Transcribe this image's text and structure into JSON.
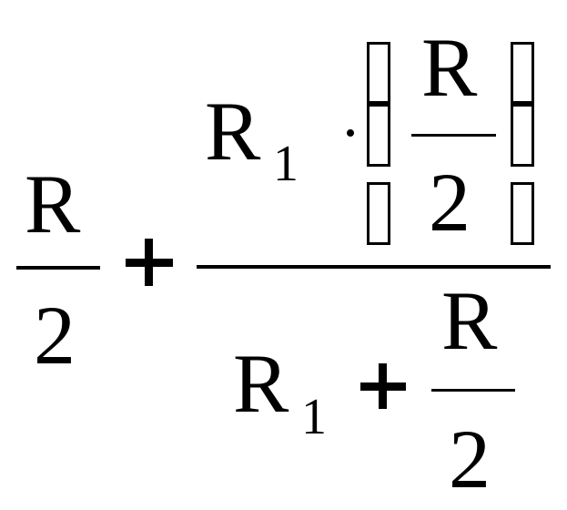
{
  "formula": {
    "left_fraction": {
      "numerator": "R",
      "denominator": "2"
    },
    "plus_symbol": "+",
    "main_fraction": {
      "numerator": {
        "factor_symbol": "R",
        "factor_subscript": "1",
        "times_symbol": "·",
        "inner_fraction": {
          "numerator": "R",
          "denominator": "2"
        }
      },
      "denominator": {
        "term_symbol": "R",
        "term_subscript": "1",
        "plus_symbol": "+",
        "inner_fraction": {
          "numerator": "R",
          "denominator": "2"
        }
      }
    }
  }
}
